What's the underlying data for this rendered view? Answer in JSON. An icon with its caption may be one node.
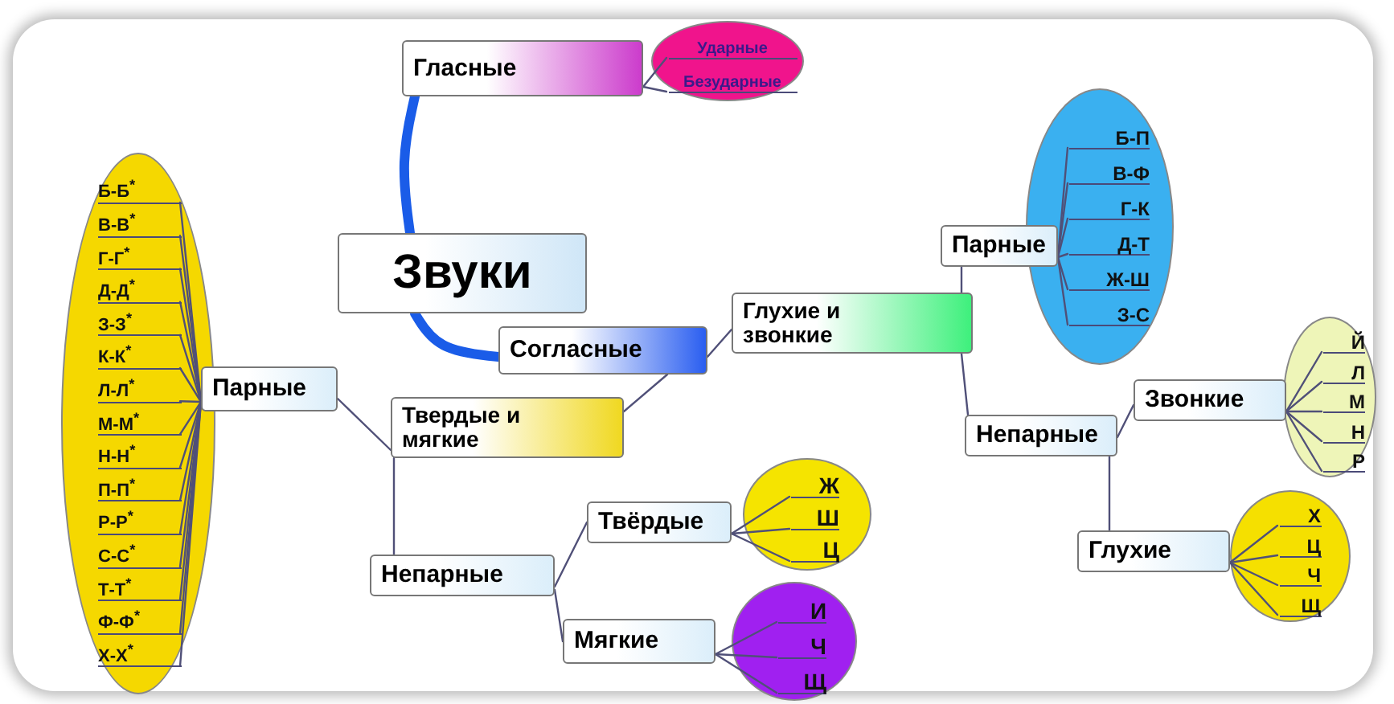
{
  "diagram": {
    "nodes": [
      {
        "text": [
          "Гласные"
        ]
      },
      {
        "text": [],
        "shape": "ellipse"
      },
      {
        "text": [
          "Ударные"
        ],
        "in": 1
      },
      {
        "text": [
          "Безударные"
        ],
        "in": 1
      },
      {
        "text": [
          "Звуки"
        ]
      },
      {
        "text": [],
        "shape": "ellipse"
      },
      {
        "text": [
          "Б-Б$^{*}$"
        ],
        "in": 5
      },
      {
        "text": [
          "В-В$^{*}$"
        ],
        "in": 5
      },
      {
        "text": [
          "Г-Г$^{*}$"
        ],
        "in": 5
      },
      {
        "text": [
          "Д-Д$^{*}$"
        ],
        "in": 5
      },
      {
        "text": [
          "З-З$^{*}$"
        ],
        "in": 5
      },
      {
        "text": [
          "К-К$^{*}$"
        ],
        "in": 5
      },
      {
        "text": [
          "Л-Л$^{*}$"
        ],
        "in": 5
      },
      {
        "text": [
          "М-М$^{*}$"
        ],
        "in": 5
      },
      {
        "text": [
          "Н-Н$^{*}$"
        ],
        "in": 5
      },
      {
        "text": [
          "П-П$^{*}$"
        ],
        "in": 5
      },
      {
        "text": [
          "Р-Р$^{*}$"
        ],
        "in": 5
      },
      {
        "text": [
          "С-С$^{*}$"
        ],
        "in": 5
      },
      {
        "text": [
          "Т-Т$^{*}$"
        ],
        "in": 5
      },
      {
        "text": [
          "Ф-Ф$^{*}$"
        ],
        "in": 5
      },
      {
        "text": [
          "Х-Х$^{*}$"
        ],
        "in": 5
      },
      {
        "text": [
          "Парные"
        ]
      },
      {
        "text": [
          "Согласные"
        ]
      },
      {
        "text": [
          "Глухие и звонкие"
        ]
      },
      {
        "text": [
          "Твердые и мягкие"
        ]
      },
      {
        "text": [
          "Парные"
        ]
      },
      {
        "text": [],
        "shape": "ellipse"
      },
      {
        "text": [
          "Б-П"
        ],
        "in": 26
      },
      {
        "text": [
          "В-Ф"
        ],
        "in": 26
      },
      {
        "text": [
          "Г-К"
        ],
        "in": 26
      },
      {
        "text": [
          "Д-Т"
        ],
        "in": 26
      },
      {
        "text": [
          "Ж-Ш"
        ],
        "in": 26
      },
      {
        "text": [
          "З-С"
        ],
        "in": 26
      },
      {
        "text": [
          "Непарные"
        ]
      },
      {
        "text": [],
        "shape": "ellipse"
      },
      {
        "text": [
          "Й"
        ],
        "in": 34
      },
      {
        "text": [
          "Л"
        ],
        "in": 34
      },
      {
        "text": [
          "М"
        ],
        "in": 34
      },
      {
        "text": [
          "Н"
        ],
        "in": 34
      },
      {
        "text": [
          "Р"
        ],
        "in": 34
      },
      {
        "text": [
          "Звонкие"
        ]
      },
      {
        "text": [
          "Глухие"
        ]
      },
      {
        "text": [],
        "shape": "ellipse"
      },
      {
        "text": [
          "Х"
        ],
        "in": 42
      },
      {
        "text": [
          "Ц"
        ],
        "in": 42
      },
      {
        "text": [
          "Ч"
        ],
        "in": 42
      },
      {
        "text": [
          "Щ"
        ],
        "in": 42
      },
      {
        "text": [
          "Непарные"
        ]
      },
      {
        "text": [
          "Твёрдые"
        ]
      },
      {
        "text": [],
        "shape": "ellipse"
      },
      {
        "text": [
          "Ж"
        ],
        "in": 49
      },
      {
        "text": [
          "Ш"
        ],
        "in": 49
      },
      {
        "text": [
          "Ц"
        ],
        "in": 49
      },
      {
        "text": [
          "Мягкие"
        ]
      },
      {
        "text": [],
        "shape": "ellipse"
      },
      {
        "text": [
          "И"
        ],
        "in": 54
      },
      {
        "text": [
          "Ч"
        ],
        "in": 54
      },
      {
        "text": [
          "Щ"
        ],
        "in": 54
      }
    ],
    "edges": [
      {
        "from": 4,
        "to": 0,
        "arrow": "none",
        "style": "thick",
        "color": "#1a5ce8"
      },
      {
        "from": 4,
        "to": 22,
        "arrow": "none",
        "style": "thick",
        "color": "#1a5ce8"
      },
      {
        "from": 22,
        "to": 23,
        "arrow": "none"
      },
      {
        "from": 22,
        "to": 24,
        "arrow": "none"
      },
      {
        "from": 24,
        "to": 21,
        "arrow": "none"
      },
      {
        "from": 24,
        "to": 47,
        "arrow": "none"
      },
      {
        "from": 47,
        "to": 48,
        "arrow": "none"
      },
      {
        "from": 47,
        "to": 53,
        "arrow": "none"
      },
      {
        "from": 23,
        "to": 25,
        "arrow": "none"
      },
      {
        "from": 23,
        "to": 33,
        "arrow": "none"
      },
      {
        "from": 33,
        "to": 40,
        "arrow": "none"
      },
      {
        "from": 33,
        "to": 41,
        "arrow": "none"
      },
      {
        "from": 0,
        "to": 2,
        "arrow": "none"
      },
      {
        "from": 0,
        "to": 3,
        "arrow": "none"
      },
      {
        "from": 21,
        "to": 6,
        "arrow": "none"
      },
      {
        "from": 21,
        "to": 7,
        "arrow": "none"
      },
      {
        "from": 21,
        "to": 8,
        "arrow": "none"
      },
      {
        "from": 21,
        "to": 9,
        "arrow": "none"
      },
      {
        "from": 21,
        "to": 10,
        "arrow": "none"
      },
      {
        "from": 21,
        "to": 11,
        "arrow": "none"
      },
      {
        "from": 21,
        "to": 12,
        "arrow": "none"
      },
      {
        "from": 21,
        "to": 13,
        "arrow": "none"
      },
      {
        "from": 21,
        "to": 14,
        "arrow": "none"
      },
      {
        "from": 21,
        "to": 15,
        "arrow": "none"
      },
      {
        "from": 21,
        "to": 16,
        "arrow": "none"
      },
      {
        "from": 21,
        "to": 17,
        "arrow": "none"
      },
      {
        "from": 21,
        "to": 18,
        "arrow": "none"
      },
      {
        "from": 21,
        "to": 19,
        "arrow": "none"
      },
      {
        "from": 21,
        "to": 20,
        "arrow": "none"
      },
      {
        "from": 25,
        "to": 27,
        "arrow": "none"
      },
      {
        "from": 25,
        "to": 28,
        "arrow": "none"
      },
      {
        "from": 25,
        "to": 29,
        "arrow": "none"
      },
      {
        "from": 25,
        "to": 30,
        "arrow": "none"
      },
      {
        "from": 25,
        "to": 31,
        "arrow": "none"
      },
      {
        "from": 25,
        "to": 32,
        "arrow": "none"
      },
      {
        "from": 40,
        "to": 35,
        "arrow": "none"
      },
      {
        "from": 40,
        "to": 36,
        "arrow": "none"
      },
      {
        "from": 40,
        "to": 37,
        "arrow": "none"
      },
      {
        "from": 40,
        "to": 38,
        "arrow": "none"
      },
      {
        "from": 40,
        "to": 39,
        "arrow": "none"
      },
      {
        "from": 41,
        "to": 43,
        "arrow": "none"
      },
      {
        "from": 41,
        "to": 44,
        "arrow": "none"
      },
      {
        "from": 41,
        "to": 45,
        "arrow": "none"
      },
      {
        "from": 41,
        "to": 46,
        "arrow": "none"
      },
      {
        "from": 48,
        "to": 50,
        "arrow": "none"
      },
      {
        "from": 48,
        "to": 51,
        "arrow": "none"
      },
      {
        "from": 48,
        "to": 52,
        "arrow": "none"
      },
      {
        "from": 53,
        "to": 55,
        "arrow": "none"
      },
      {
        "from": 53,
        "to": 56,
        "arrow": "none"
      },
      {
        "from": 53,
        "to": 57,
        "arrow": "none"
      }
    ]
  }
}
